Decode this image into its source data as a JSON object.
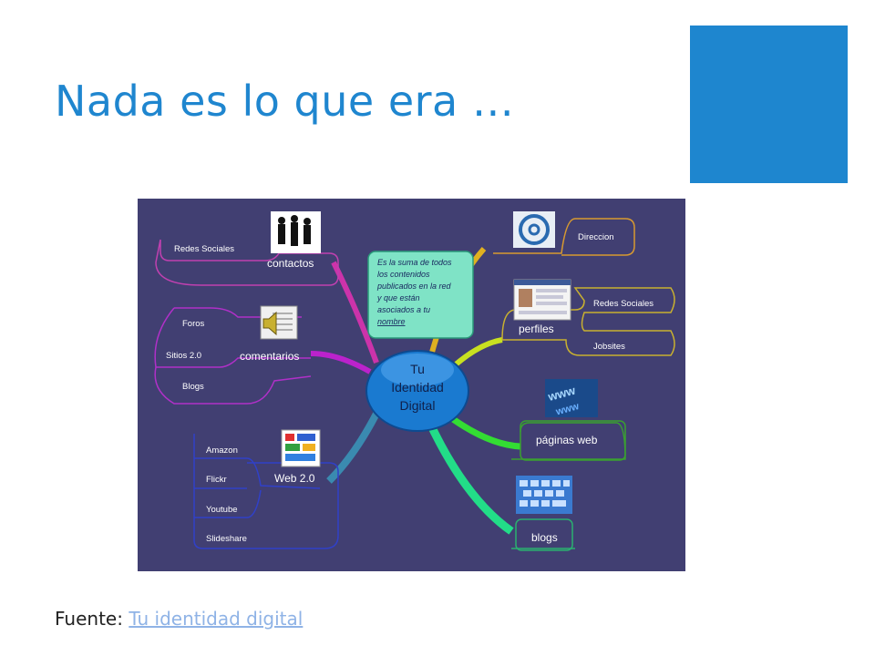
{
  "slide": {
    "title": "Nada es lo que era …",
    "source_label": "Fuente: ",
    "source_link": "Tu identidad digital",
    "accent_color": "#1e86cf",
    "title_color": "#1f86cf"
  },
  "mindmap": {
    "background": "#413f72",
    "center": [
      "Tu",
      "Identidad",
      "Digital"
    ],
    "definition": [
      "Es la suma de todos",
      "los contenidos",
      "publicados en la red",
      "y que están",
      "asociados a tu",
      "nombre"
    ],
    "branches": {
      "contactos": {
        "label": "contactos",
        "items": [
          "Redes Sociales"
        ],
        "icon": "people-silhouettes-icon"
      },
      "comentarios": {
        "label": "comentarios",
        "items": [
          "Foros",
          "Sitios 2.0",
          "Blogs"
        ],
        "icon": "speaker-document-icon"
      },
      "web20": {
        "label": "Web 2.0",
        "items": [
          "Amazon",
          "Flickr",
          "Youtube",
          "Slideshare"
        ],
        "icon": "web20-grid-icon"
      },
      "direccion": {
        "label": "Direccion",
        "icon": "at-sign-icon"
      },
      "perfiles": {
        "label": "perfiles",
        "items": [
          "Redes Sociales",
          "Jobsites"
        ],
        "icon": "profile-page-icon"
      },
      "paginas": {
        "label": "páginas web",
        "icon": "www-icon"
      },
      "blogs": {
        "label": "blogs",
        "icon": "keyboard-icon"
      }
    }
  }
}
